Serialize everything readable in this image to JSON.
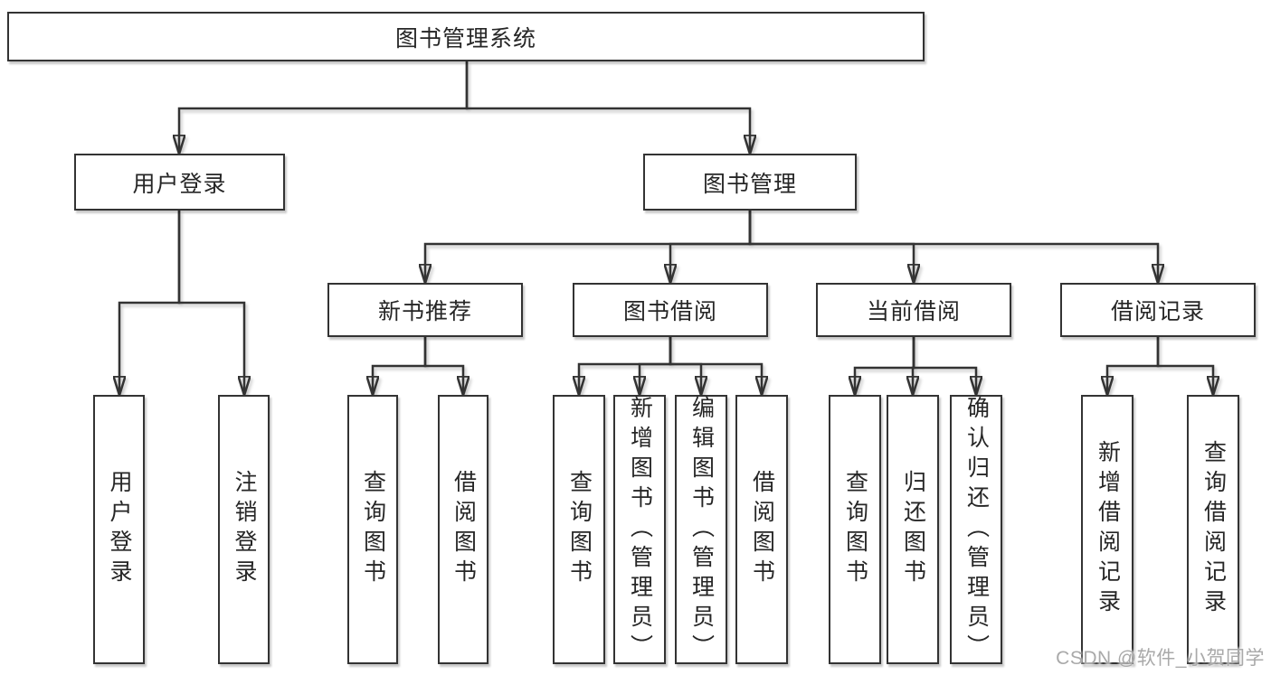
{
  "diagram": {
    "root": {
      "label": "图书管理系统"
    },
    "branches": [
      {
        "label": "用户登录",
        "children": [
          {
            "label": "用户登录"
          },
          {
            "label": "注销登录"
          }
        ]
      },
      {
        "label": "图书管理",
        "children": [
          {
            "label": "新书推荐",
            "children": [
              {
                "label": "查询图书"
              },
              {
                "label": "借阅图书"
              }
            ]
          },
          {
            "label": "图书借阅",
            "children": [
              {
                "label": "查询图书"
              },
              {
                "label": "新增图书（管理员）"
              },
              {
                "label": "编辑图书（管理员）"
              },
              {
                "label": "借阅图书"
              }
            ]
          },
          {
            "label": "当前借阅",
            "children": [
              {
                "label": "查询图书"
              },
              {
                "label": "归还图书"
              },
              {
                "label": "确认归还（管理员）"
              }
            ]
          },
          {
            "label": "借阅记录",
            "children": [
              {
                "label": "新增借阅记录"
              },
              {
                "label": "查询借阅记录"
              }
            ]
          }
        ]
      }
    ]
  },
  "watermark": {
    "text": "CSDN @软件_小贺同学"
  },
  "colors": {
    "line": "#333333",
    "box_border": "#333333",
    "box_fill": "#ffffff",
    "text": "#262626",
    "watermark": "#a9a9a9",
    "background": "#ffffff"
  }
}
